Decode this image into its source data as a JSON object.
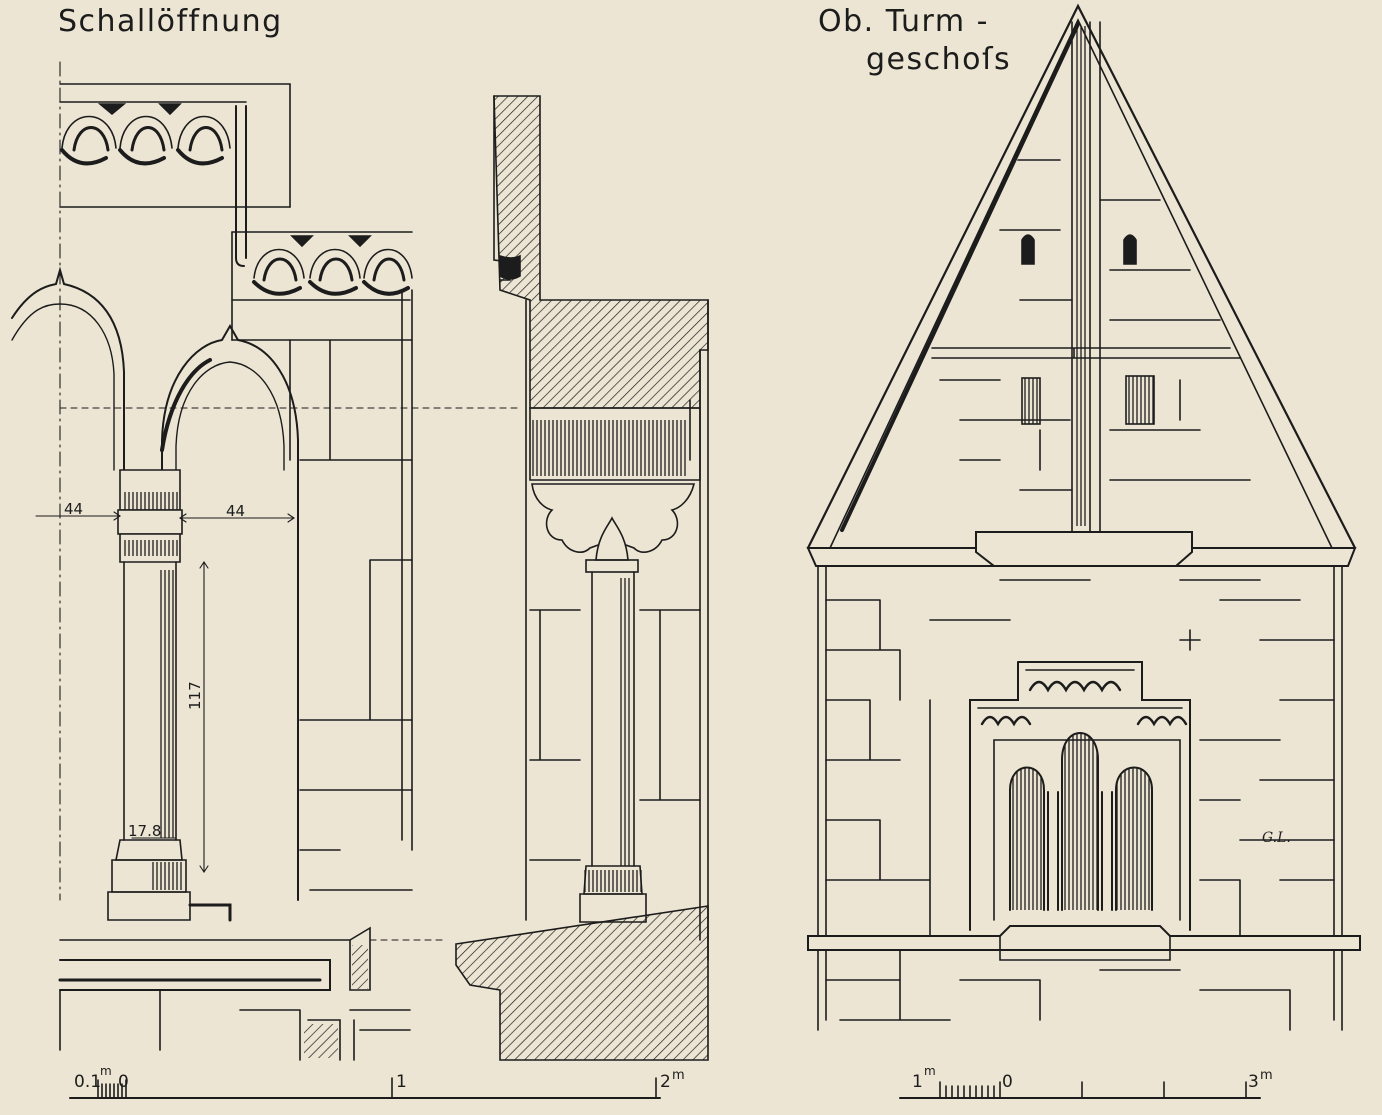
{
  "drawing": {
    "left_title": "Schallöffnung",
    "right_title_line1": "Ob. Turm -",
    "right_title_line2": "geschoſs",
    "dimensions": {
      "left_clear_width": "44",
      "right_clear_width": "44",
      "column_height": "117",
      "column_diameter": "17.8"
    },
    "left_scale": {
      "start": "0.1",
      "unit_superscript": "m",
      "origin": "0",
      "one": "1",
      "two": "2",
      "two_unit": "m"
    },
    "right_scale": {
      "start": "1",
      "unit_superscript": "m",
      "origin": "0",
      "three": "3",
      "three_unit": "m"
    },
    "signature": "G.L."
  }
}
